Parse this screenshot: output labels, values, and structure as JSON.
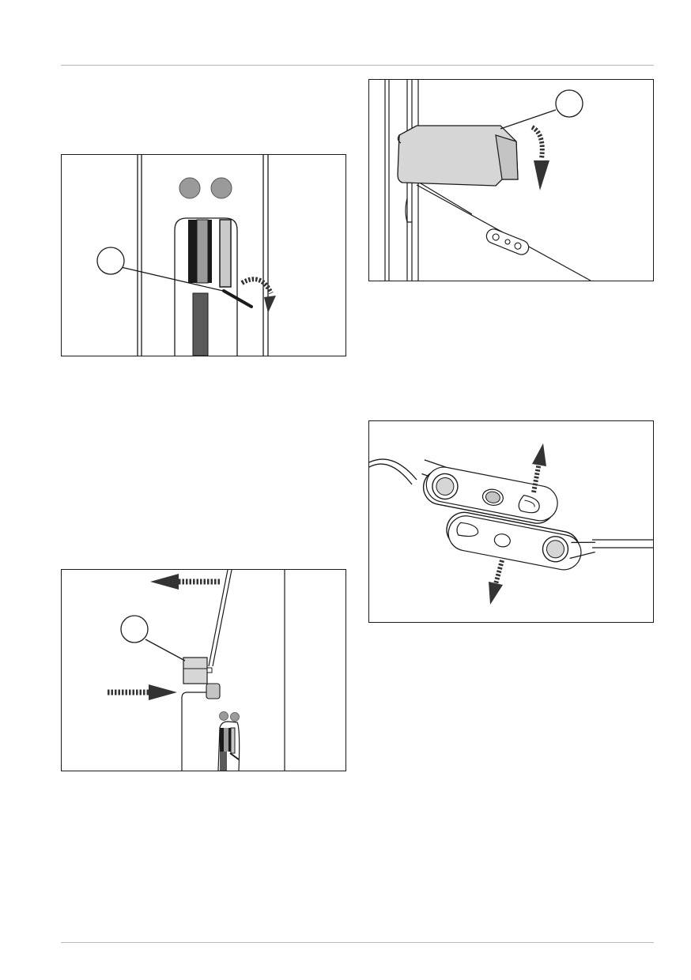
{
  "page": {
    "header_rule": true,
    "footer_rule": true
  },
  "figures": [
    {
      "name": "figure-hinge-pin-lever",
      "callouts": 1,
      "arrows": [
        "rotate-clockwise-arrow"
      ]
    },
    {
      "name": "figure-hinge-cover-flap",
      "callouts": 1,
      "arrows": [
        "rotate-down-arrow"
      ]
    },
    {
      "name": "figure-door-bracket-insert",
      "callouts": 1,
      "arrows": [
        "pull-left-arrow",
        "push-right-arrow"
      ]
    },
    {
      "name": "figure-link-plates-separate",
      "callouts": 0,
      "arrows": [
        "up-arrow",
        "down-arrow"
      ]
    }
  ],
  "colors": {
    "line": "#1a1a1a",
    "dark_fill": "#5a5a5a",
    "mid_fill": "#9a9a9a",
    "light_fill": "#d6d6d6",
    "rule": "#b8b8b8"
  }
}
